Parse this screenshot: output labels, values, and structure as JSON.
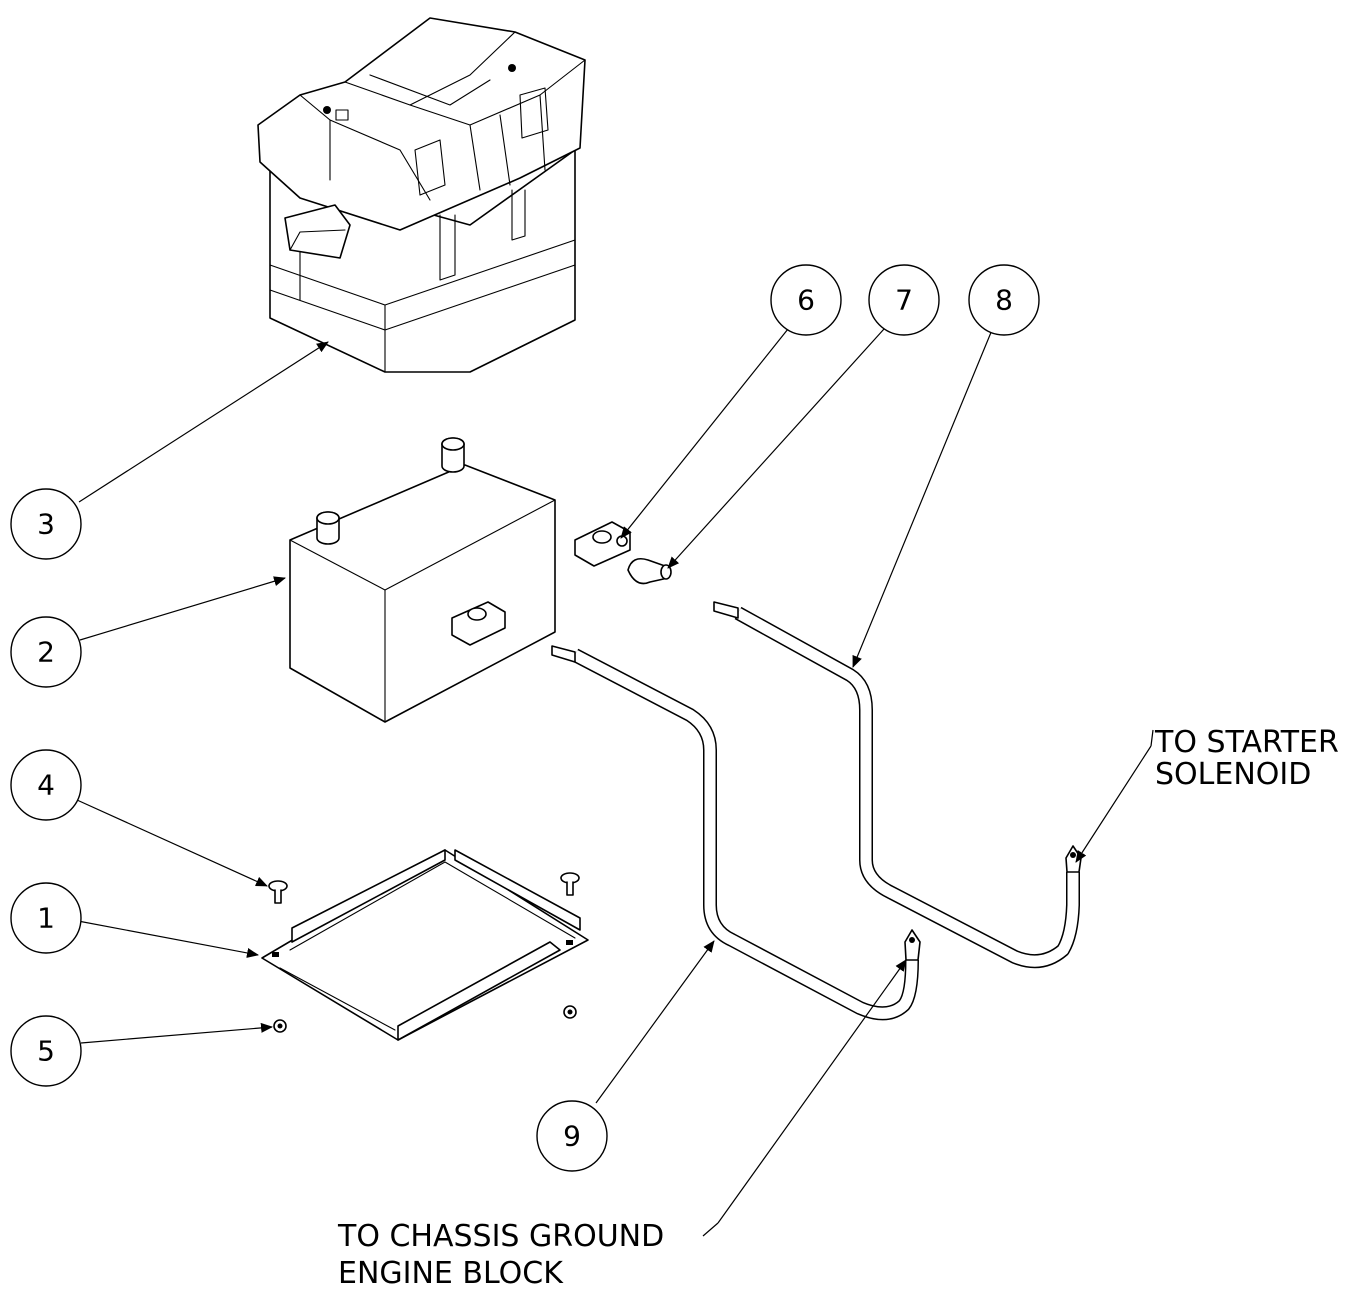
{
  "balloons": {
    "b1": "1",
    "b2": "2",
    "b3": "3",
    "b4": "4",
    "b5": "5",
    "b6": "6",
    "b7": "7",
    "b8": "8",
    "b9": "9"
  },
  "notes": {
    "starter_line1": "TO STARTER",
    "starter_line2": "SOLENOID",
    "ground_line1": "TO CHASSIS GROUND",
    "ground_line2": "ENGINE BLOCK"
  }
}
